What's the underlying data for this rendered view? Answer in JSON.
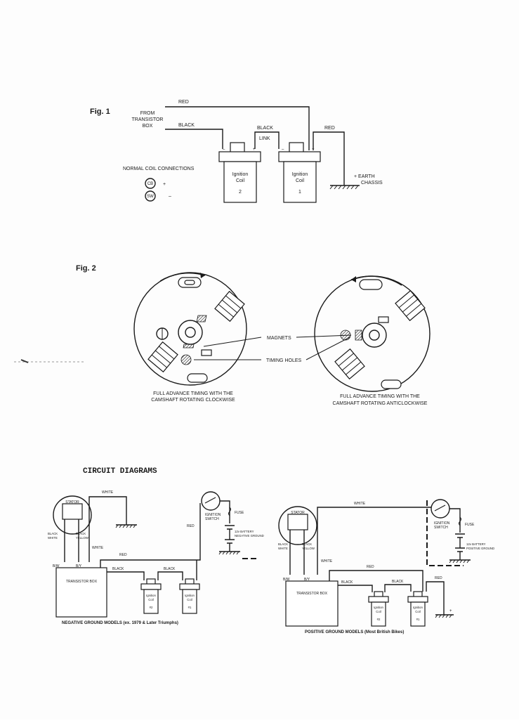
{
  "fig1": {
    "label": "Fig. 1",
    "from_label": [
      "FROM",
      "TRANSISTOR",
      "BOX"
    ],
    "wire_red_top": "RED",
    "wire_black": "BLACK",
    "black_link": [
      "BLACK",
      "LINK"
    ],
    "wire_red_right": "RED",
    "earth_label": [
      "+ EARTH",
      "CHASSIS"
    ],
    "normal_coil_title": "NORMAL COIL CONNECTIONS",
    "cb_symbol": "CB",
    "cb_sign": "+",
    "sw_symbol": "SW",
    "sw_sign": "–",
    "coil2": {
      "name": [
        "Ignition",
        "Coil"
      ],
      "number": "2",
      "minus": "–",
      "plus": "+"
    },
    "coil1": {
      "name": [
        "Ignition",
        "Coil"
      ],
      "number": "1",
      "minus": "–",
      "plus": "+"
    }
  },
  "fig2": {
    "label": "Fig. 2",
    "magnets": "MAGNETS",
    "timing_holes": "TIMING HOLES",
    "caption_left": [
      "FULL ADVANCE TIMING WITH THE",
      "CAMSHAFT ROTATING CLOCKWISE"
    ],
    "caption_right": [
      "FULL ADVANCE TIMING WITH THE",
      "CAMSHAFT ROTATING ANTICLOCKWISE"
    ]
  },
  "circuits": {
    "title": "CIRCUIT DIAGRAMS",
    "negative": {
      "stator": "STATOR",
      "black_white": [
        "BLACK",
        "WHITE"
      ],
      "black_yellow": [
        "BLACK",
        "YELLOW"
      ],
      "white_top": "WHITE",
      "white_mid": "WHITE",
      "red_mid": "RED",
      "red_right": "RED",
      "ignition_switch": [
        "IGNITION",
        "SWITCH"
      ],
      "fuse": "FUSE",
      "battery": [
        "12v BATTERY",
        "NEGATIVE GROUND"
      ],
      "bw": "B/W",
      "by": "B/Y",
      "transistor_box": "TRANSISTOR BOX",
      "black1": "BLACK",
      "black2": "BLACK",
      "coil2": {
        "name": [
          "Ignition",
          "Coil"
        ],
        "number": "#2"
      },
      "coil1": {
        "name": [
          "Ignition",
          "Coil"
        ],
        "number": "#1"
      },
      "caption": "NEGATIVE GROUND MODELS (ex. 1979 & Later Triumphs)"
    },
    "positive": {
      "stator": "STATOR",
      "black_white": [
        "BLACK",
        "WHITE"
      ],
      "black_yellow": [
        "BLACK",
        "YELLOW"
      ],
      "white_top": "WHITE",
      "white_mid": "WHITE",
      "red_mid": "RED",
      "red_right": "RED",
      "ignition_switch": [
        "IGNITION",
        "SWITCH"
      ],
      "fuse": "FUSE",
      "battery": [
        "12v BATTERY",
        "POSITIVE GROUND"
      ],
      "bw": "B/W",
      "by": "B/Y",
      "transistor_box": "TRANSISTOR BOX",
      "black1": "BLACK",
      "black2": "BLACK",
      "coil2": {
        "name": [
          "Ignition",
          "Coil"
        ],
        "number": "#2"
      },
      "coil1": {
        "name": [
          "Ignition",
          "Coil"
        ],
        "number": "#1"
      },
      "plus": "+",
      "caption": "POSITIVE GROUND MODELS (Most British Bikes)"
    }
  }
}
